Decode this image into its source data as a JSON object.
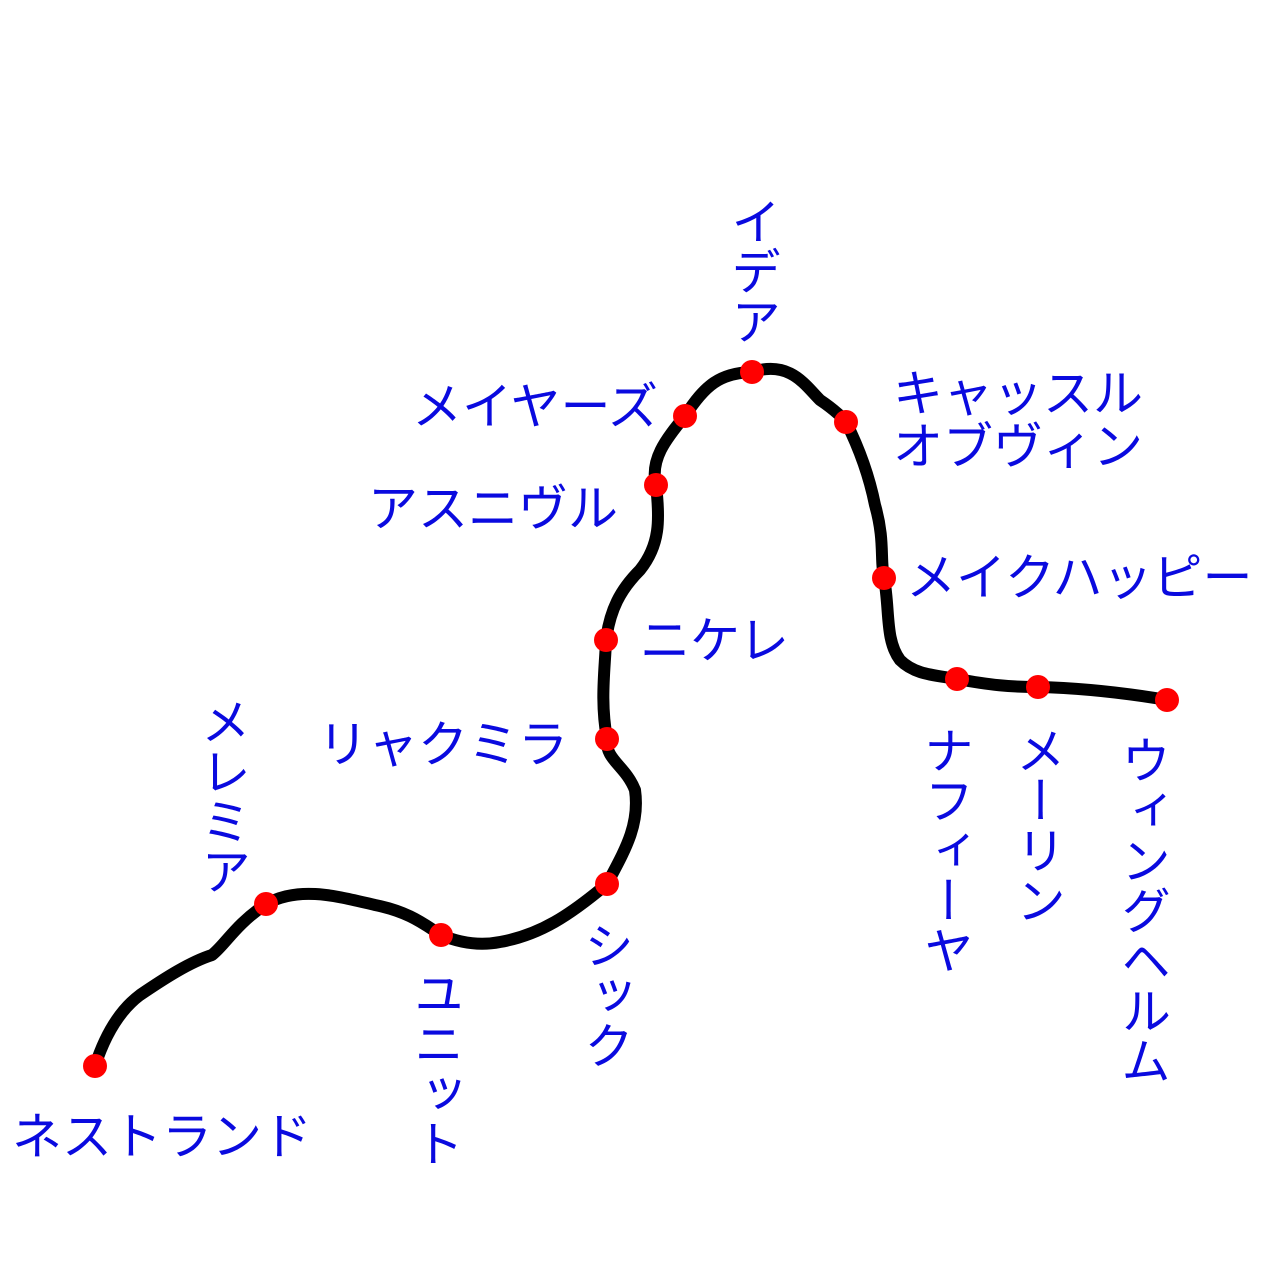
{
  "map": {
    "line_color": "#000000",
    "station_color": "#ff0000",
    "label_color": "#0a0adf",
    "background": "#ffffff"
  },
  "stations": [
    {
      "id": "nestrand",
      "name": "ネストランド"
    },
    {
      "id": "meremia",
      "name": "メレミア"
    },
    {
      "id": "unit",
      "name": "ユニット"
    },
    {
      "id": "sick",
      "name": "シック"
    },
    {
      "id": "ryakumira",
      "name": "リャクミラ"
    },
    {
      "id": "nikere",
      "name": "ニケレ"
    },
    {
      "id": "asunivul",
      "name": "アスニヴル"
    },
    {
      "id": "meiyaazu",
      "name": "メイヤーズ"
    },
    {
      "id": "idea",
      "name": "イデア"
    },
    {
      "id": "castle",
      "name": "キャッスル",
      "name2": "オブヴィン"
    },
    {
      "id": "makehappy",
      "name": "メイクハッピー"
    },
    {
      "id": "nafiiya",
      "name": "ナフィーヤ"
    },
    {
      "id": "meerin",
      "name": "メーリン"
    },
    {
      "id": "winghelm",
      "name": "ウィングヘルム"
    }
  ]
}
